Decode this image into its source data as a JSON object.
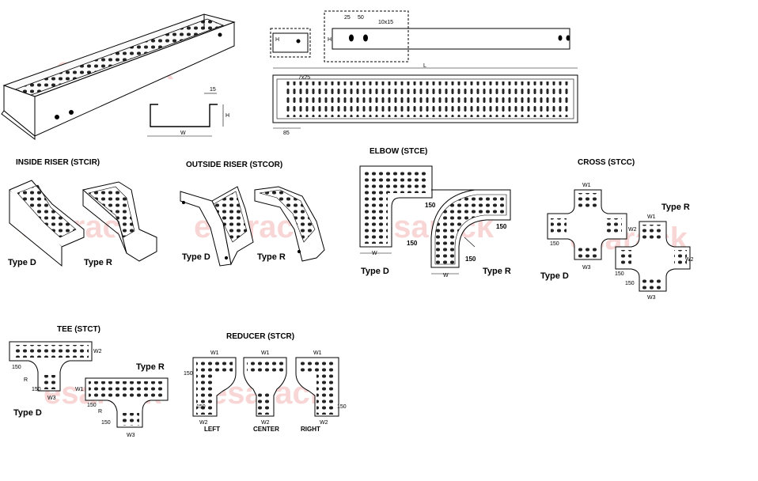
{
  "watermark": "esarack",
  "sections": {
    "inside_riser": "INSIDE RISER (STCIR)",
    "outside_riser": "OUTSIDE RISER (STCOR)",
    "elbow": "ELBOW (STCE)",
    "cross": "CROSS (STCC)",
    "tee": "TEE (STCT)",
    "reducer": "REDUCER (STCR)"
  },
  "types": {
    "d": "Type D",
    "r": "Type R"
  },
  "reducer_variants": [
    "LEFT",
    "CENTER",
    "RIGHT"
  ],
  "dims": {
    "d15": "15",
    "H": "H",
    "W": "W",
    "d25": "25",
    "d50": "50",
    "slot": "10x15",
    "hole": "7x25",
    "L": "L",
    "d85": "85",
    "d150": "150",
    "W1": "W1",
    "W2": "W2",
    "W3": "W3",
    "R": "R"
  }
}
